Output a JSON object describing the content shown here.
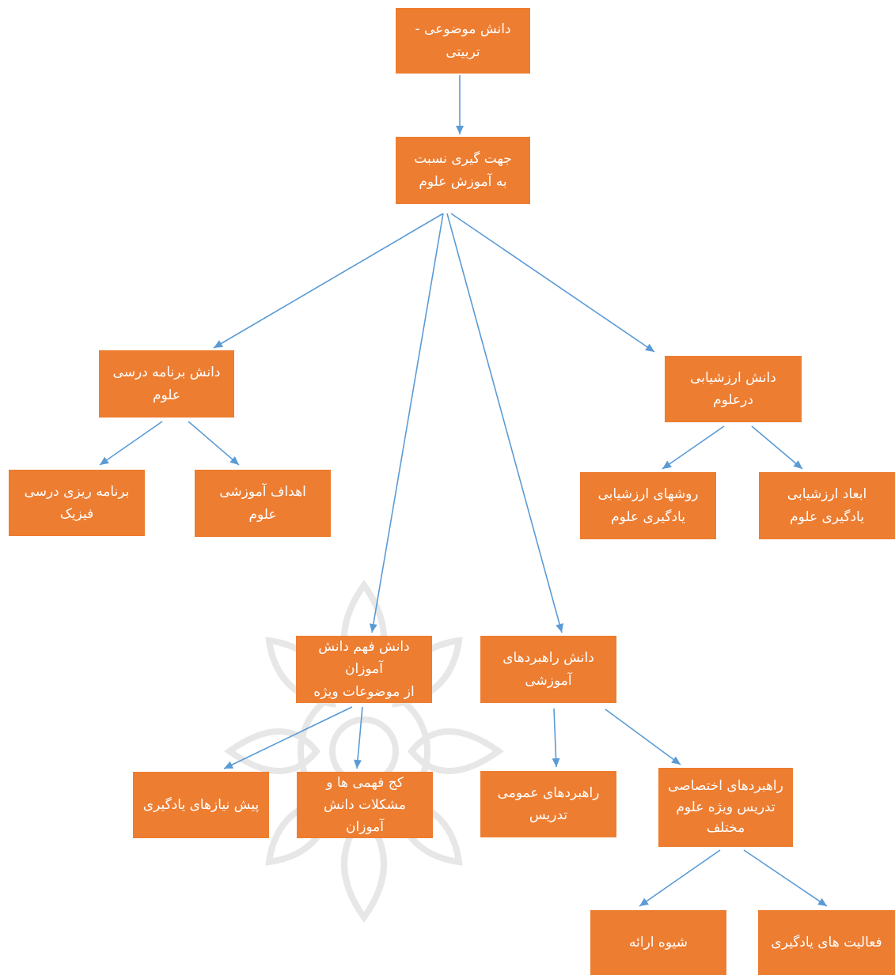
{
  "nodes": [
    {
      "id": "root",
      "text": "دانش موضوعی -\nتربیتی"
    },
    {
      "id": "orientation",
      "text": "جهت گیری نسبت\nبه آموزش علوم"
    },
    {
      "id": "curriculum",
      "text": "دانش برنامه درسی\nعلوم"
    },
    {
      "id": "assessment",
      "text": "دانش ارزشیابی درعلوم"
    },
    {
      "id": "physics_planning",
      "text": "برنامه ریزی درسی\nفیزیک"
    },
    {
      "id": "edu_goals",
      "text": "اهداف آموزشی\nعلوم"
    },
    {
      "id": "assess_methods",
      "text": "روشهای ارزشیابی\nیادگیری علوم"
    },
    {
      "id": "assess_dims",
      "text": "ابعاد ارزشیابی\nیادگیری علوم"
    },
    {
      "id": "student_understanding",
      "text": "دانش فهم دانش آموزان\nاز موضوعات ویژه"
    },
    {
      "id": "strategies",
      "text": "دانش راهبردهای\nآموزشی"
    },
    {
      "id": "prerequisites",
      "text": "پیش نیازهای یادگیری"
    },
    {
      "id": "misconceptions",
      "text": "کج فهمی ها و\nمشکلات دانش آموزان"
    },
    {
      "id": "general_strategies",
      "text": "راهبردهای عمومی\nتدریس"
    },
    {
      "id": "specific_strategies",
      "text": "راهبردهای اختصاصی\nتدریس ویژه علوم\nمختلف"
    },
    {
      "id": "presentation",
      "text": "شیوه ارائه"
    },
    {
      "id": "activities",
      "text": "فعالیت های یادگیری"
    }
  ],
  "edges": [
    [
      "root",
      "orientation"
    ],
    [
      "orientation",
      "curriculum"
    ],
    [
      "orientation",
      "student_understanding"
    ],
    [
      "orientation",
      "strategies"
    ],
    [
      "orientation",
      "assessment"
    ],
    [
      "curriculum",
      "physics_planning"
    ],
    [
      "curriculum",
      "edu_goals"
    ],
    [
      "assessment",
      "assess_methods"
    ],
    [
      "assessment",
      "assess_dims"
    ],
    [
      "student_understanding",
      "prerequisites"
    ],
    [
      "student_understanding",
      "misconceptions"
    ],
    [
      "strategies",
      "general_strategies"
    ],
    [
      "strategies",
      "specific_strategies"
    ],
    [
      "specific_strategies",
      "presentation"
    ],
    [
      "specific_strategies",
      "activities"
    ]
  ],
  "colors": {
    "box": "#ed7d31",
    "text": "#ffffff",
    "arrow": "#5b9bd5"
  }
}
